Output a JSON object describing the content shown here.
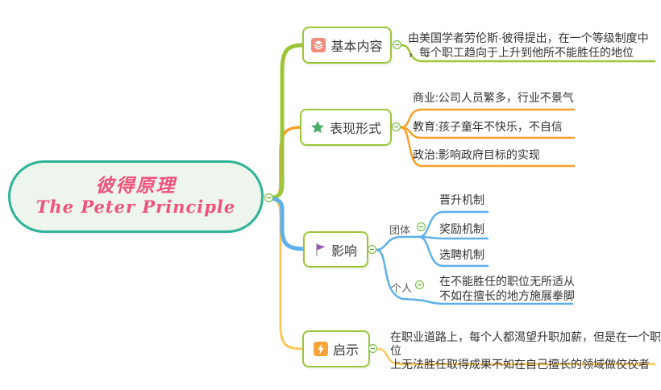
{
  "central": {
    "title_zh": "彼得原理",
    "title_en": "The Peter Principle"
  },
  "branch_basic": {
    "label": "基本内容",
    "icon": "layers-icon",
    "detail_line1": "由美国学者劳伦斯·彼得提出，在一个等级制度中",
    "detail_line2": "，每个职工趋向于上升到他所不能胜任的地位"
  },
  "branch_forms": {
    "label": "表现形式",
    "icon": "star-icon",
    "items": [
      {
        "text": "商业:公司人员繁多，行业不景气"
      },
      {
        "text": "教育:孩子童年不快乐，不自信"
      },
      {
        "text": "政治:影响政府目标的实现"
      }
    ]
  },
  "branch_impact": {
    "label": "影响",
    "icon": "flag-icon",
    "group": {
      "label": "团体",
      "items": [
        {
          "text": "晋升机制"
        },
        {
          "text": "奖励机制"
        },
        {
          "text": "选聘机制"
        }
      ]
    },
    "individual": {
      "label": "个人",
      "line1": "在不能胜任的职位无所适从",
      "line2": "不如在擅长的地方施展拳脚"
    }
  },
  "branch_insight": {
    "label": "启示",
    "icon": "bolt-icon",
    "detail_line1": "在职业道路上，每个人都渴望升职加薪，但是在一个职位",
    "detail_line2": "上无法胜任取得成果不如在自己擅长的领域做佼佼者"
  },
  "colors": {
    "central_border": "#2eb398",
    "central_fill": "#eef5ec",
    "central_text": "#f0527a",
    "topic_border": "#9cc637",
    "branch_basic": "#9cc637",
    "branch_forms": "#f7a029",
    "branch_impact": "#5eb0ea",
    "branch_insight": "#fbc95a",
    "collapse_ring": "#74b73a",
    "icon_layers_bg": "#f28b7d",
    "icon_star": "#4caf68",
    "icon_flag": "#9b59b6",
    "icon_bolt_bg": "#f6a43a"
  }
}
